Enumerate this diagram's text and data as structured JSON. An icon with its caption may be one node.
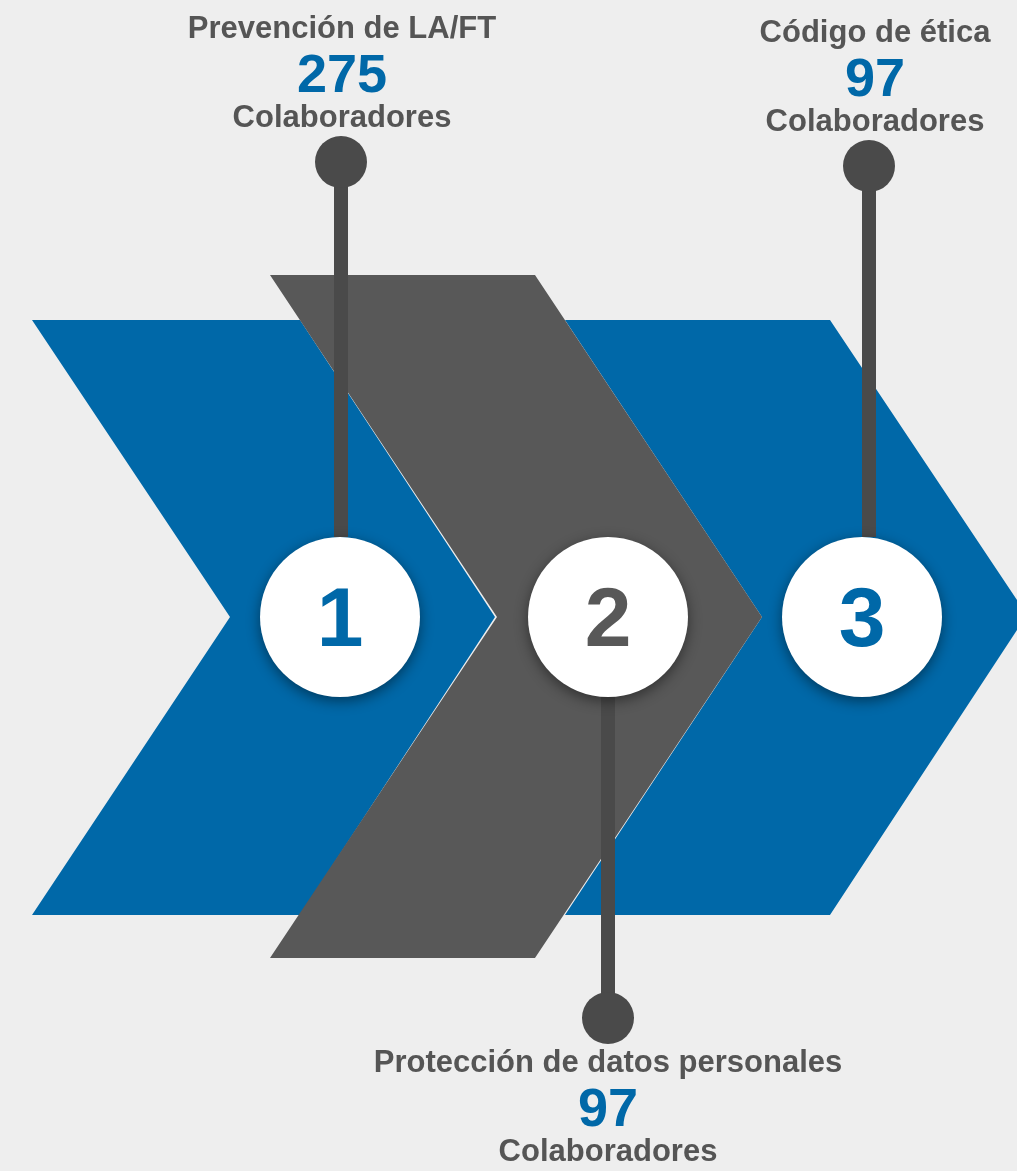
{
  "diagram": {
    "nodes": [
      {
        "text": [],
        "shape": "chevron"
      },
      {
        "text": [],
        "shape": "chevron"
      },
      {
        "text": [],
        "shape": "chevron"
      },
      {
        "text": [
          "1"
        ],
        "in": 0
      },
      {
        "text": [
          "2"
        ],
        "in": 1
      },
      {
        "text": [
          "3"
        ],
        "in": 2
      },
      {
        "text": [
          "Prevención de LA/FT",
          "275",
          "Colaboradores"
        ]
      },
      {
        "text": [
          "Código de ética",
          "97",
          "Colaboradores"
        ]
      },
      {
        "text": [
          "Protección de datos personales",
          "97",
          "Colaboradores"
        ]
      }
    ],
    "edges": [
      {
        "from": 6,
        "to": 3,
        "arrow": "other"
      },
      {
        "from": 7,
        "to": 5,
        "arrow": "other"
      },
      {
        "from": 8,
        "to": 4,
        "arrow": "other"
      }
    ]
  }
}
